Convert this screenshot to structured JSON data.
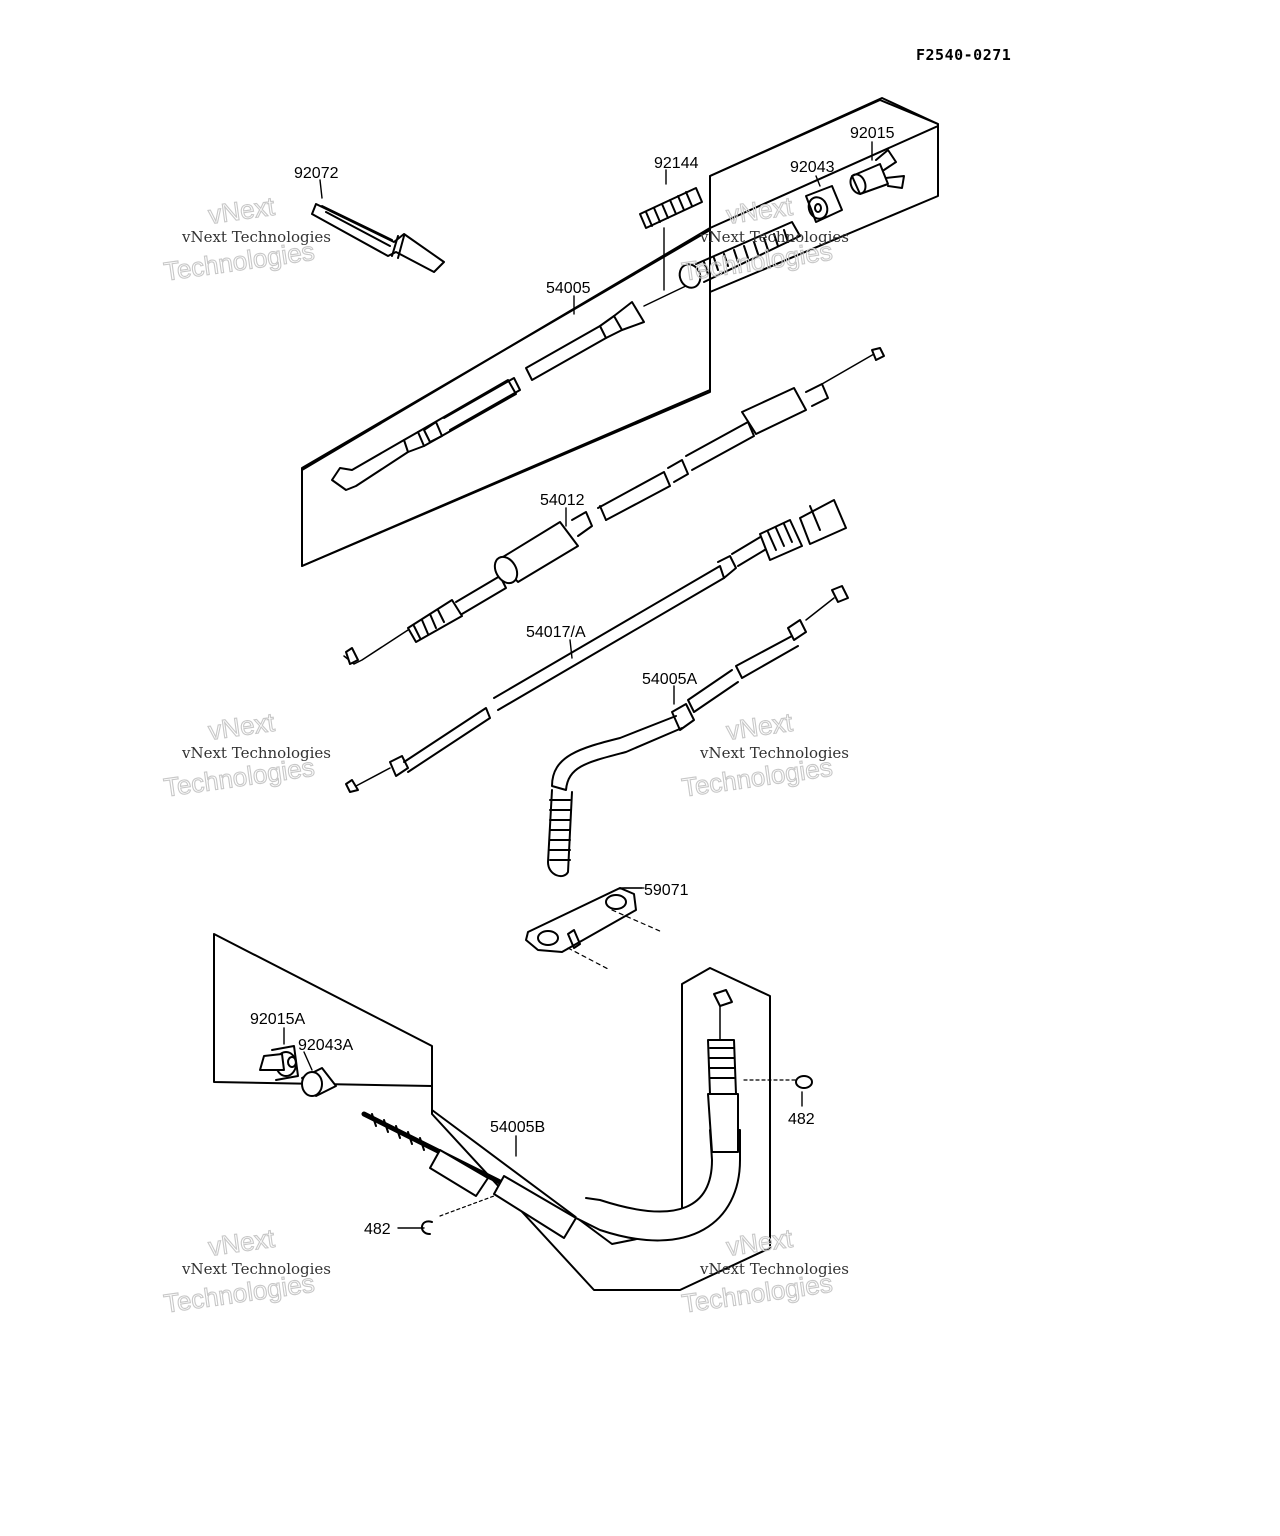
{
  "drawing_code": "F2540-0271",
  "parts": [
    {
      "id": "92072",
      "label": "92072"
    },
    {
      "id": "92144",
      "label": "92144"
    },
    {
      "id": "92043",
      "label": "92043"
    },
    {
      "id": "92015",
      "label": "92015"
    },
    {
      "id": "54005",
      "label": "54005"
    },
    {
      "id": "54012",
      "label": "54012"
    },
    {
      "id": "54017A",
      "label": "54017/A"
    },
    {
      "id": "54005A",
      "label": "54005A"
    },
    {
      "id": "59071",
      "label": "59071"
    },
    {
      "id": "92015A",
      "label": "92015A"
    },
    {
      "id": "92043A",
      "label": "92043A"
    },
    {
      "id": "54005B",
      "label": "54005B"
    },
    {
      "id": "482a",
      "label": "482"
    },
    {
      "id": "482b",
      "label": "482"
    }
  ],
  "watermark": {
    "line1": "vNext Technologies",
    "line2": "vNext",
    "line3": "Technologies"
  }
}
